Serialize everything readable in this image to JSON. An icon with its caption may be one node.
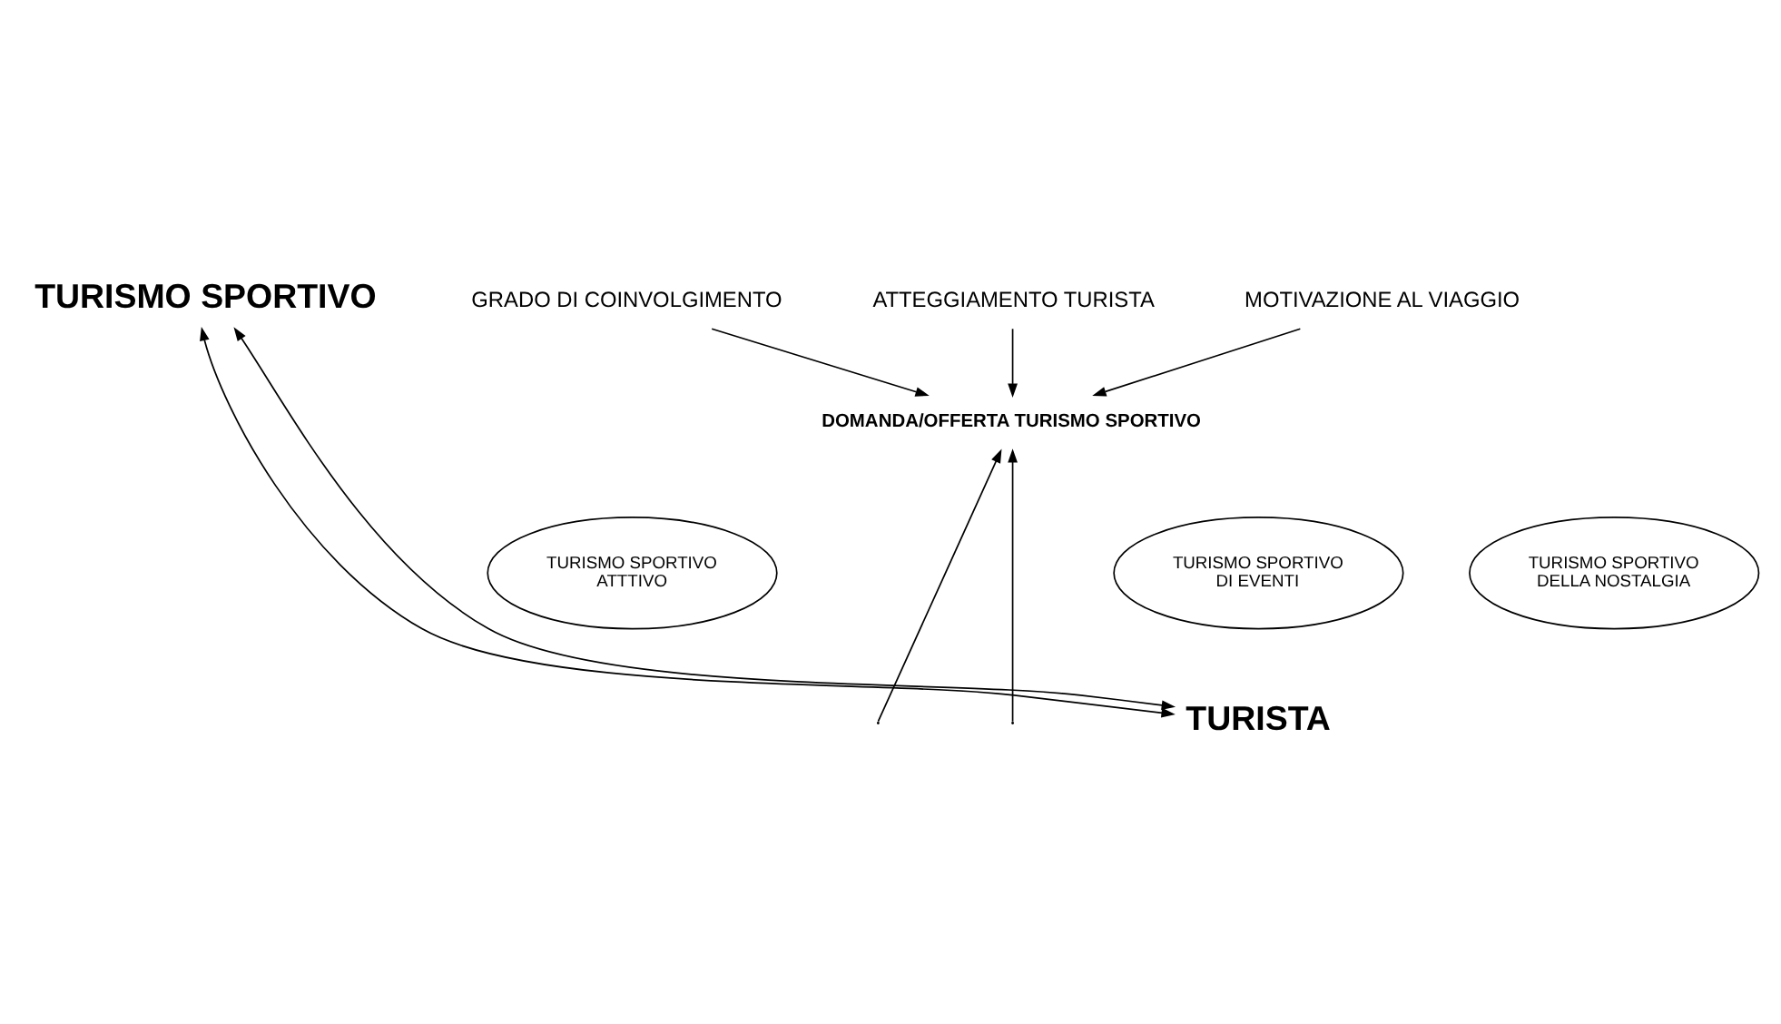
{
  "diagram": {
    "nodes": [
      {
        "text": [
          "TURISMO SPORTIVO"
        ]
      },
      {
        "text": [
          "GRADO DI COINVOLGIMENTO"
        ]
      },
      {
        "text": [
          "ATTEGGIAMENTO TURISTA"
        ]
      },
      {
        "text": [
          "MOTIVAZIONE AL VIAGGIO"
        ]
      },
      {
        "text": [
          "DOMANDA/OFFERTA TURISMO SPORTIVO"
        ]
      },
      {
        "text": [
          "TURISMO SPORTIVO ATTTIVO"
        ]
      },
      {
        "text": [
          "TURISMO SPORTIVO DI EVENTI"
        ]
      },
      {
        "text": [
          "TURISMO SPORTIVO DELLA NOSTALGIA"
        ]
      },
      {
        "text": [
          "TURISTA"
        ]
      }
    ],
    "edges": [
      {
        "from": 8,
        "to": 0,
        "arrow": "both"
      },
      {
        "from": 8,
        "to": 0,
        "arrow": "both"
      },
      {
        "from": 1,
        "to": 4,
        "arrow": "to"
      },
      {
        "from": 2,
        "to": 4,
        "arrow": "to"
      },
      {
        "from": 3,
        "to": 4,
        "arrow": "to"
      },
      {
        "from": null,
        "to": 4,
        "arrow": "to"
      },
      {
        "from": null,
        "to": 4,
        "arrow": "to"
      }
    ]
  }
}
